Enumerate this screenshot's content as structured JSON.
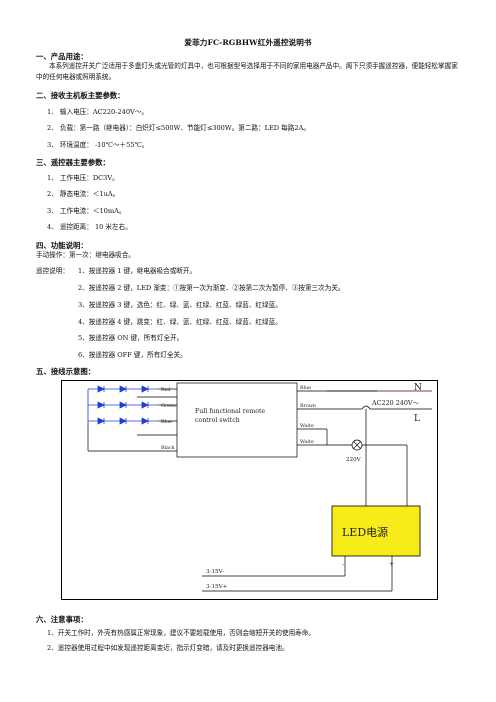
{
  "title": "爱菲力FC-RGBHW红外遥控说明书",
  "sec1": {
    "heading": "一、产品用途：",
    "body": "本系列遥控开关广泛适用于多盏灯头或光管的灯具中，也可根据型号选择用于不同的家用电器产品中。阁下只须手握遥控器，便能轻松掌握家中的任何电器或照明系统。"
  },
  "sec2": {
    "heading": "二、接收主机板主要参数：",
    "items": [
      "1、 输入电压：AC220-240V～。",
      "2、 负载：第一路（继电器）：白炽灯≤500W、节能灯≤300W。第二路：LED 每路2A。",
      "3、 环境温度： -10℃～＋55℃。"
    ]
  },
  "sec3": {
    "heading": "三、遥控器主要参数：",
    "items": [
      "1、 工作电压：DC3V。",
      "2、 静态电流：＜1uA。",
      "3、 工作电流：＜10mA。",
      "4、 遥控距离： 10 米左右。"
    ]
  },
  "sec4": {
    "heading": "四、功能说明：",
    "line1": "手动操作：第一次：继电器吸合。",
    "remote_label": "遥控说明：",
    "items": [
      "1、按遥控器 1 键，继电器吸合或断开。",
      "2、按遥控器 2 键，LED 渐变：①按第一次为渐变、②按第二次为暂停、③按第三次为关。",
      "3、按遥控器 3 键，选色：红、绿、蓝、红绿、红蓝、绿蓝、红绿蓝。",
      "4、按遥控器 4 键，跳变：红、绿、蓝、红绿、红蓝、绿蓝、红绿蓝。",
      "5、按遥控器 ON 键，所有灯全开。",
      "6、按遥控器 OFF 键，所有灯全关。"
    ]
  },
  "sec5": {
    "heading": "五、接线示意图："
  },
  "diagram": {
    "left_wires": [
      "Red",
      "Green",
      "Blue",
      "Black"
    ],
    "switch_label_1": "Full functional remote",
    "switch_label_2": "control switch",
    "right_wires": [
      "Blue",
      "Brown",
      "Waite",
      "Waite"
    ],
    "n_label": "N",
    "l_label": "L",
    "ac_label": "AC220 240V～",
    "lamp_voltage": "220V",
    "psu_label": "LED电源",
    "minus": "-",
    "plus": "+",
    "dc_minus": "3-15V-",
    "dc_plus": "3-15V+"
  },
  "sec6": {
    "heading": "六、注意事项：",
    "items": [
      "1、开关工作时，外壳有热感属正常现象，建议不要超载使用，否则会缩短开关的使用寿命。",
      "2、遥控器使用过程中如发现遥控距离变近，指示灯变暗，请及时更换遥控器电池。"
    ]
  },
  "colors": {
    "led_blue": "#1f3fd6",
    "wire_red": "#c0392b",
    "psu_fill": "#f7ec1a",
    "text_dark": "#222222"
  }
}
